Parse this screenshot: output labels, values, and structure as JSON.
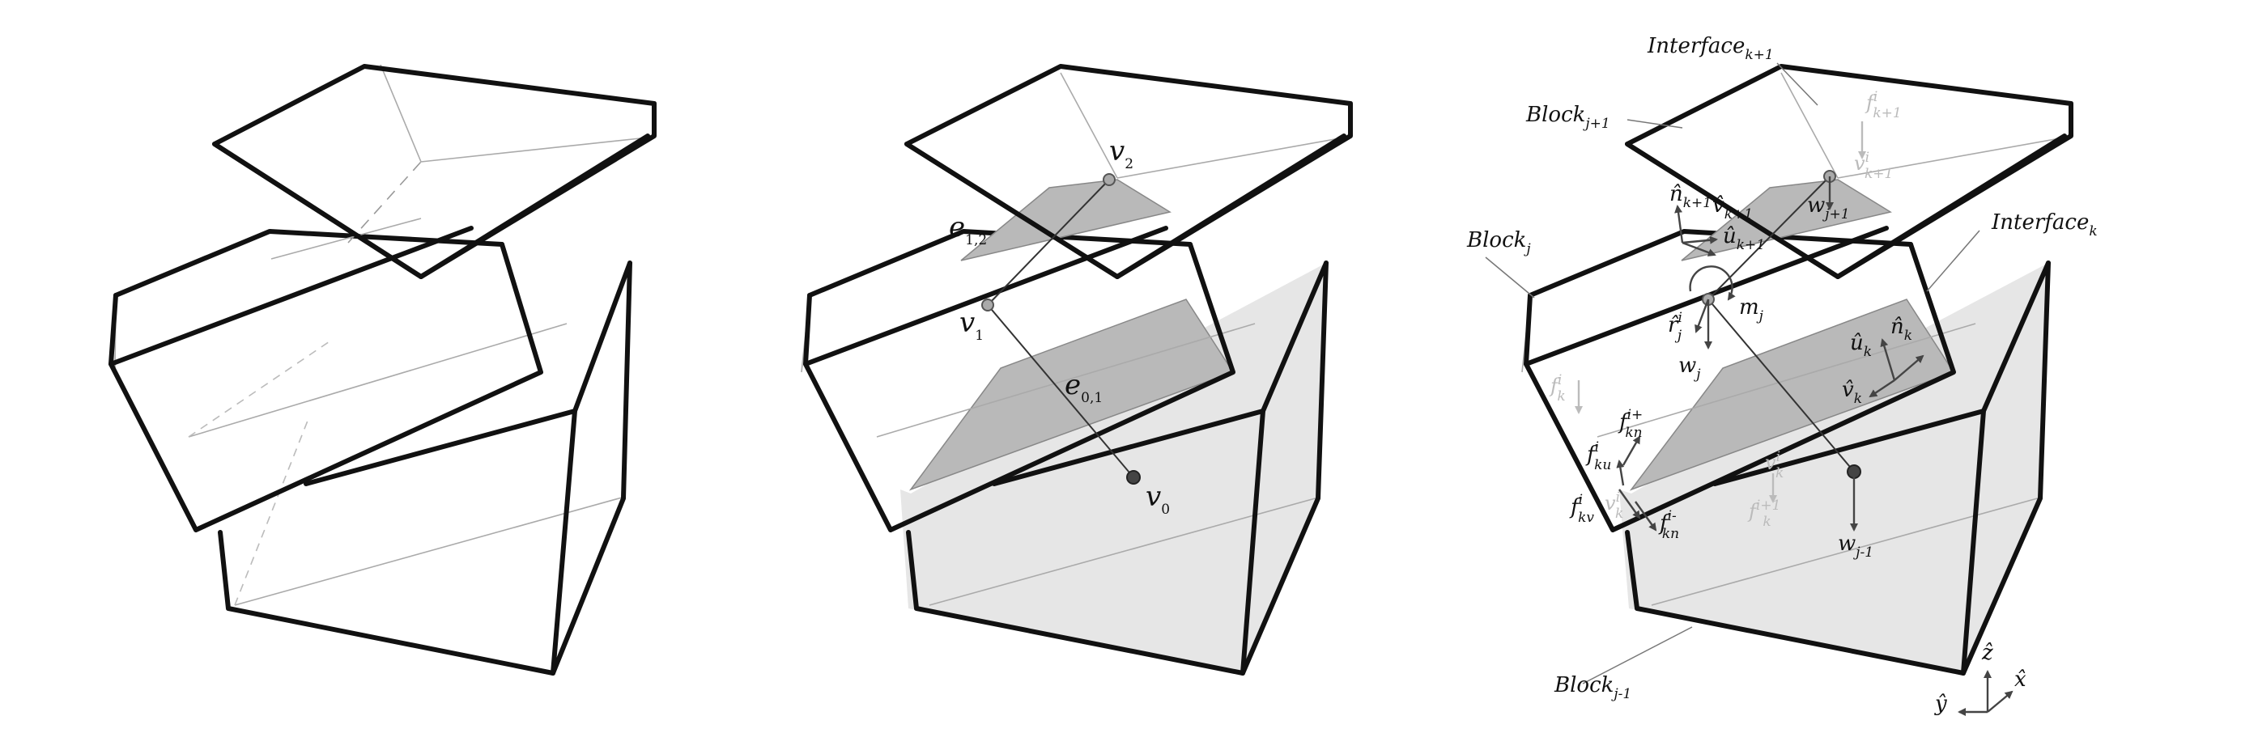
{
  "panel1": {},
  "panel2": {
    "vertices": [
      {
        "base": "v",
        "sub": "0"
      },
      {
        "base": "v",
        "sub": "1"
      },
      {
        "base": "v",
        "sub": "2"
      }
    ],
    "edges": [
      {
        "base": "e",
        "sub": "0,1"
      },
      {
        "base": "e",
        "sub": "1,2"
      }
    ]
  },
  "panel3": {
    "blocks": [
      {
        "base": "Block",
        "sub": "j+1"
      },
      {
        "base": "Block",
        "sub": "j"
      },
      {
        "base": "Block",
        "sub": "j-1"
      }
    ],
    "interfaces": [
      {
        "base": "Interface",
        "sub": "k+1"
      },
      {
        "base": "Interface",
        "sub": "k"
      }
    ],
    "vectors": {
      "n_k1": {
        "base": "n̂",
        "sub": "k+1"
      },
      "v_k1": {
        "base": "v̂",
        "sub": "k+1"
      },
      "u_k1": {
        "base": "û",
        "sub": "k+1"
      },
      "w_j1": {
        "base": "w",
        "sub": "j+1"
      },
      "r_j": {
        "base": "r̂",
        "sub": "j",
        "sup": "i"
      },
      "m_j": {
        "base": "m",
        "sub": "j"
      },
      "w_j": {
        "base": "w",
        "sub": "j"
      },
      "u_k": {
        "base": "û",
        "sub": "k"
      },
      "n_k": {
        "base": "n̂",
        "sub": "k"
      },
      "v_k": {
        "base": "v̂",
        "sub": "k"
      },
      "f_kn_plus": {
        "base": "f",
        "sub": "kn",
        "sup": "i+"
      },
      "f_ku": {
        "base": "f",
        "sub": "ku",
        "sup": "i"
      },
      "f_kv": {
        "base": "f",
        "sub": "kv",
        "sup": "i"
      },
      "f_kn_minus": {
        "base": "f",
        "sub": "kn",
        "sup": "i-"
      },
      "w_jm1": {
        "base": "w",
        "sub": "j-1"
      }
    },
    "ghost_labels": {
      "f_k1": {
        "base": "f",
        "sub": "k+1",
        "sup": "i"
      },
      "v_k1_g": {
        "base": "v",
        "sub": "k+1",
        "sup": "i"
      },
      "f_k_left": {
        "base": "f",
        "sub": "k",
        "sup": "i"
      },
      "v_k_left": {
        "base": "v",
        "sub": "k",
        "sup": "i"
      },
      "v_k_mid": {
        "base": "v",
        "sub": "k",
        "sup": "i"
      },
      "f_k_mid": {
        "base": "f",
        "sub": "k",
        "sup": "i+1"
      }
    },
    "axes": {
      "z": "ẑ",
      "x": "x̂",
      "y": "ŷ"
    }
  },
  "colors": {
    "face_fill": "#e6e6e6",
    "interface_fill": "#b9b9b9",
    "edge": "#111111"
  }
}
